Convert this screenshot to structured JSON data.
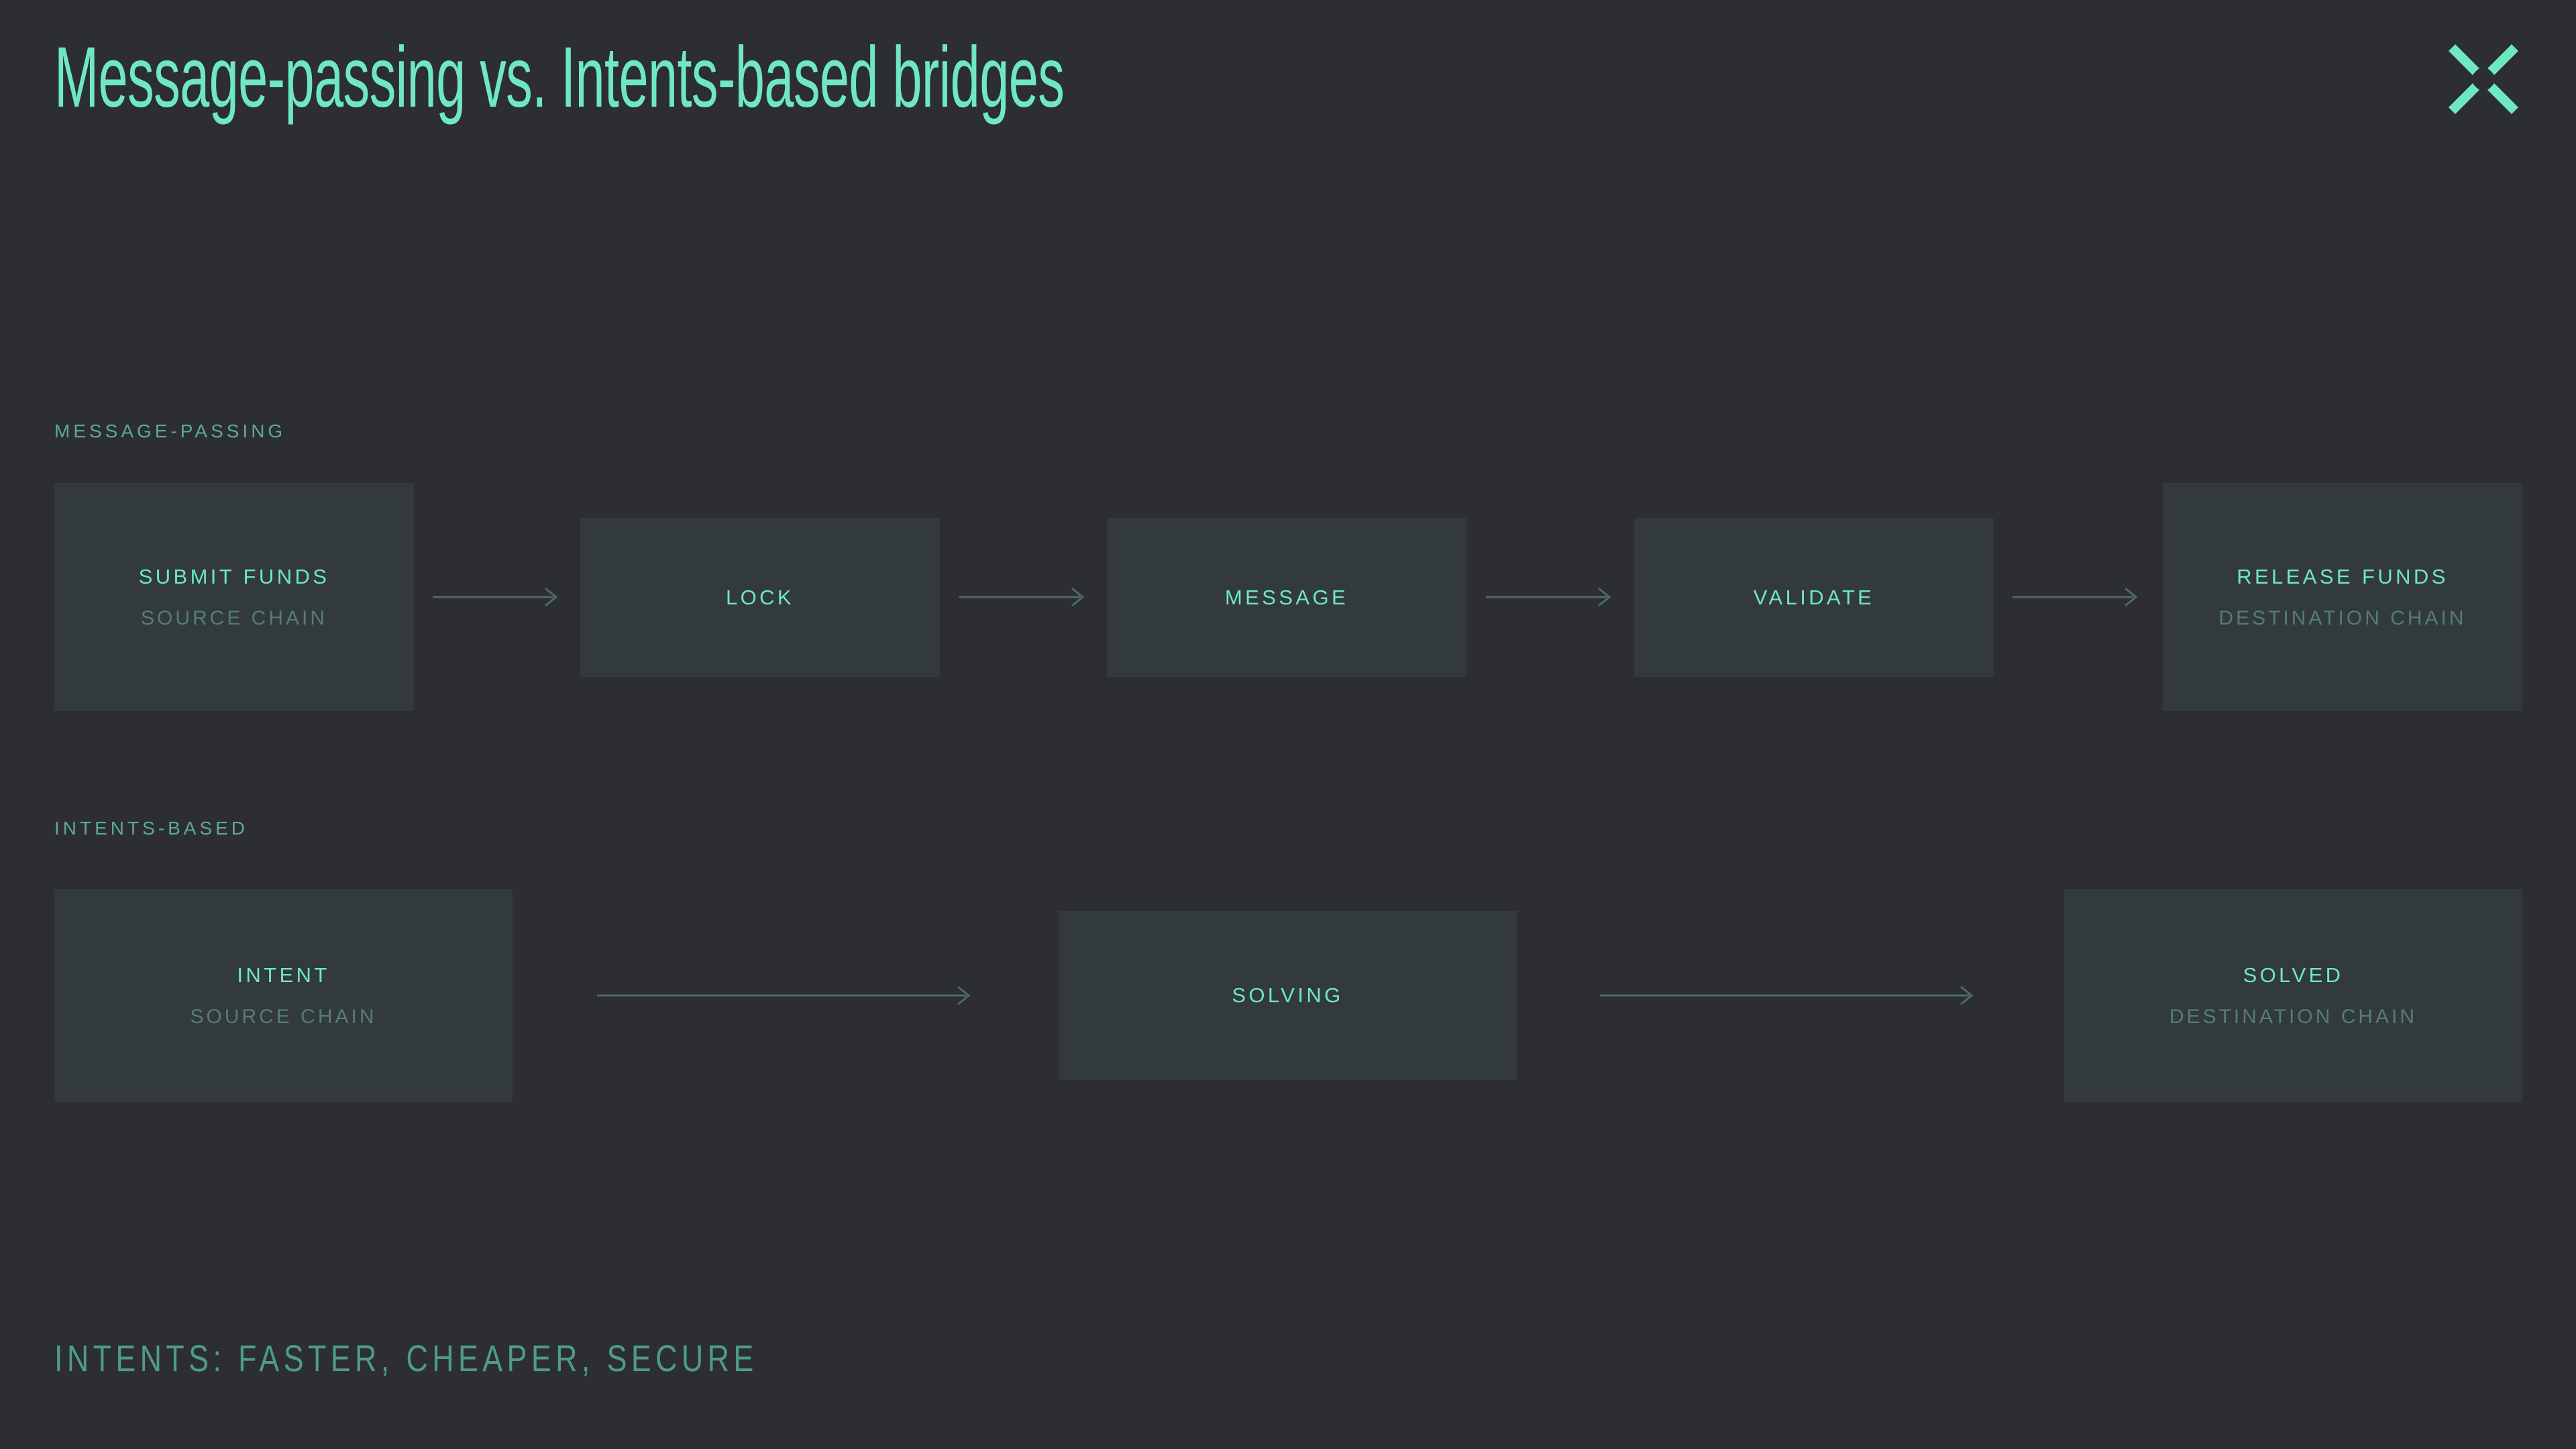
{
  "theme": {
    "background": "#2c2e33",
    "node_fill": "#323a3c",
    "accent": "#6fe8c0",
    "muted_accent": "#5cab90",
    "sub_text": "#527f70",
    "arrow": "#4d6b63",
    "footer_text": "#4e9c84"
  },
  "header": {
    "title": "Message-passing vs. Intents-based bridges",
    "brand_icon": "x-mark-icon"
  },
  "flows": [
    {
      "label": "MESSAGE-PASSING",
      "nodes": [
        {
          "title": "SUBMIT FUNDS",
          "subtitle": "SOURCE CHAIN"
        },
        {
          "title": "LOCK",
          "subtitle": ""
        },
        {
          "title": "MESSAGE",
          "subtitle": ""
        },
        {
          "title": "VALIDATE",
          "subtitle": ""
        },
        {
          "title": "RELEASE FUNDS",
          "subtitle": "DESTINATION CHAIN"
        }
      ],
      "arrow_count": 4
    },
    {
      "label": "INTENTS-BASED",
      "nodes": [
        {
          "title": "INTENT",
          "subtitle": "SOURCE CHAIN"
        },
        {
          "title": "SOLVING",
          "subtitle": ""
        },
        {
          "title": "SOLVED",
          "subtitle": "DESTINATION CHAIN"
        }
      ],
      "arrow_count": 2
    }
  ],
  "footer": {
    "text": "INTENTS: FASTER, CHEAPER, SECURE"
  }
}
